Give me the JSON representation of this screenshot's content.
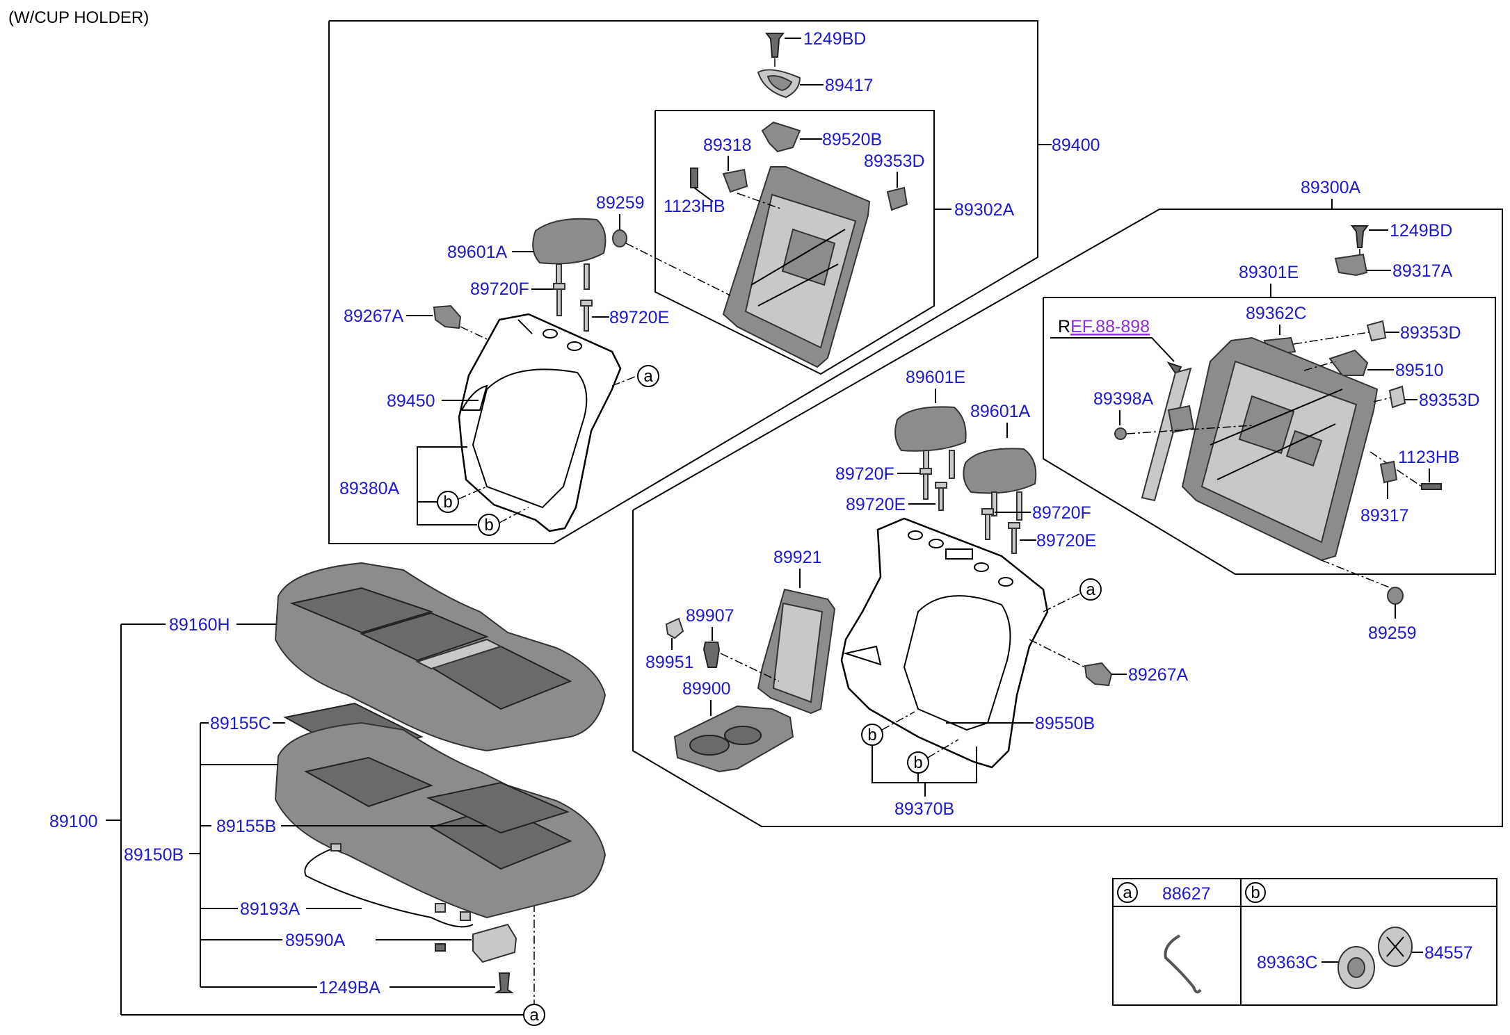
{
  "header": {
    "title": "(W/CUP HOLDER)"
  },
  "ref_link": {
    "prefix": "R",
    "text": "EF.88-898"
  },
  "labels": {
    "l1249BD_top": "1249BD",
    "l89417": "89417",
    "l89520B": "89520B",
    "l89400": "89400",
    "l89318": "89318",
    "l89353D_top": "89353D",
    "l1123HB_top": "1123HB",
    "l89302A": "89302A",
    "l89259_top": "89259",
    "l89601A_top": "89601A",
    "l89720F_top": "89720F",
    "l89267A_top": "89267A",
    "l89720E_top": "89720E",
    "l89450": "89450",
    "l89380A": "89380A",
    "l89300A": "89300A",
    "l1249BD_right": "1249BD",
    "l89301E": "89301E",
    "l89317A": "89317A",
    "l89362C": "89362C",
    "l89353D_r1": "89353D",
    "l89510": "89510",
    "l89398A": "89398A",
    "l89353D_r2": "89353D",
    "l1123HB_right": "1123HB",
    "l89317": "89317",
    "l89601E": "89601E",
    "l89601A_mid": "89601A",
    "l89720F_mid1": "89720F",
    "l89720E_mid1": "89720E",
    "l89720F_mid2": "89720F",
    "l89720E_mid2": "89720E",
    "l89921": "89921",
    "l89907": "89907",
    "l89951": "89951",
    "l89900": "89900",
    "l89267A_mid": "89267A",
    "l89550B": "89550B",
    "l89370B": "89370B",
    "l89259_right": "89259",
    "l89160H": "89160H",
    "l89155C": "89155C",
    "l89100": "89100",
    "l89155B": "89155B",
    "l89150B": "89150B",
    "l89193A": "89193A",
    "l89590A": "89590A",
    "l1249BA": "1249BA"
  },
  "callouts": {
    "a": "a",
    "b": "b"
  },
  "legend": {
    "a_key": "a",
    "a_part": "88627",
    "b_key": "b",
    "b_part1": "89363C",
    "b_part2": "84557"
  },
  "colors": {
    "label": "#1a1ad0",
    "ref": "#8a2be2",
    "part_fill": "#8c8c8c"
  }
}
